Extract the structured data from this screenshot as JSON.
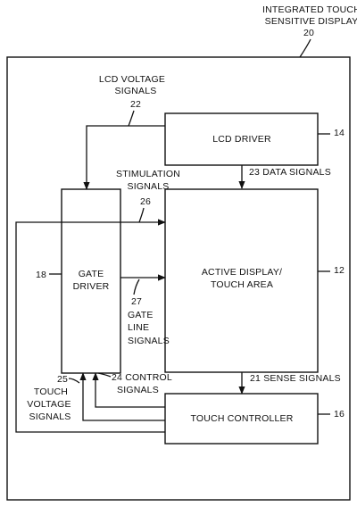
{
  "figure": {
    "title_line1": "INTEGRATED TOUCH",
    "title_line2": "SENSITIVE DISPLAY",
    "title_ref": "20"
  },
  "blocks": {
    "lcd_driver": {
      "label": "LCD DRIVER",
      "ref": "14"
    },
    "gate_driver": {
      "label_line1": "GATE",
      "label_line2": "DRIVER",
      "ref": "18"
    },
    "active_display": {
      "label_line1": "ACTIVE DISPLAY/",
      "label_line2": "TOUCH AREA",
      "ref": "12"
    },
    "touch_controller": {
      "label": "TOUCH CONTROLLER",
      "ref": "16"
    }
  },
  "signals": {
    "lcd_voltage": {
      "line1": "LCD VOLTAGE",
      "line2": "SIGNALS",
      "ref": "22"
    },
    "data": {
      "text": "23 DATA SIGNALS"
    },
    "stimulation": {
      "line1": "STIMULATION",
      "line2": "SIGNALS",
      "ref": "26"
    },
    "gate_line": {
      "ref": "27",
      "line1": "GATE",
      "line2": "LINE",
      "line3": "SIGNALS"
    },
    "sense": {
      "text": "21 SENSE SIGNALS"
    },
    "control": {
      "line1": "24 CONTROL",
      "line2": "SIGNALS"
    },
    "touch_voltage": {
      "ref": "25",
      "line1": "TOUCH",
      "line2": "VOLTAGE",
      "line3": "SIGNALS"
    }
  }
}
